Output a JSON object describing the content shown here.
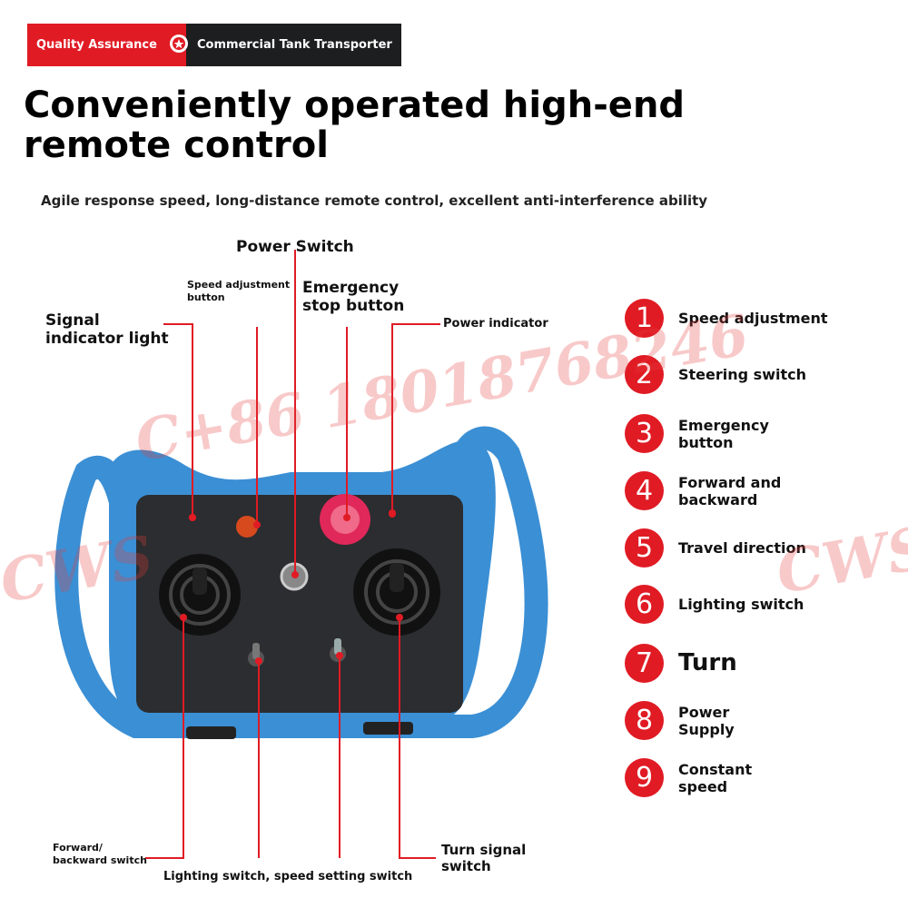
{
  "badge": {
    "left": "Quality Assurance",
    "right": "Commercial Tank Transporter"
  },
  "title": "Conveniently operated high-end remote control",
  "subtitle": "Agile response speed, long-distance remote control, excellent anti-interference ability",
  "callouts": {
    "power_switch": "Power Switch",
    "speed_adjustment_button": "Speed adjustment button",
    "emergency_stop": "Emergency stop button",
    "power_indicator": "Power indicator",
    "signal_light": "Signal indicator light",
    "forward_backward": "Forward/ backward switch",
    "lighting_speed": "Lighting switch, speed setting switch",
    "turn_signal": "Turn signal switch"
  },
  "legend": [
    {
      "n": "1",
      "label": "Speed adjustment"
    },
    {
      "n": "2",
      "label": "Steering switch"
    },
    {
      "n": "3",
      "label": "Emergency button"
    },
    {
      "n": "4",
      "label": "Forward and backward"
    },
    {
      "n": "5",
      "label": "Travel direction"
    },
    {
      "n": "6",
      "label": "Lighting switch"
    },
    {
      "n": "7",
      "label": "Turn"
    },
    {
      "n": "8",
      "label": "Power Supply"
    },
    {
      "n": "9",
      "label": "Constant speed"
    }
  ],
  "watermark": {
    "left": "CWS",
    "middle": "C+86 18018768246",
    "right": "CWS"
  },
  "colors": {
    "accent": "#e01b24",
    "dark": "#1c1e1f",
    "handle": "#3b8fd4",
    "panel": "#2b2d30"
  }
}
